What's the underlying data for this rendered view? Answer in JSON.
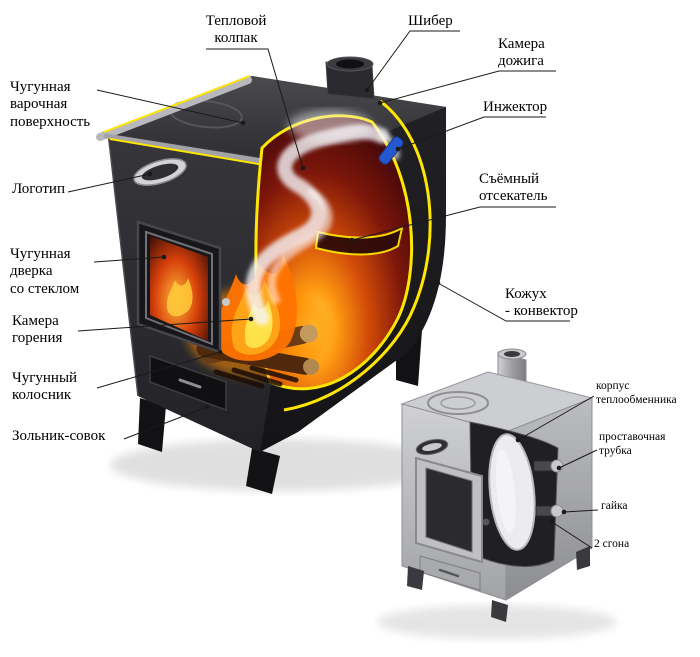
{
  "colors": {
    "background": "#ffffff",
    "cut_line_yellow": "#ffe600",
    "flame_core": "#ffe14a",
    "flame_mid": "#ffa417",
    "flame_outer": "#ff7300",
    "injector_blue": "#2558cf",
    "stove_body_dark": "#26262a",
    "small_stove_body": "#c6c7ca",
    "label_text": "#000000"
  },
  "labels": {
    "heat_cap": {
      "lines": [
        "Тепловой",
        "колпак"
      ]
    },
    "damper": {
      "lines": [
        "Шибер"
      ]
    },
    "afterburn_chamber": {
      "lines": [
        "Камера",
        "дожига"
      ]
    },
    "injector": {
      "lines": [
        "Инжектор"
      ]
    },
    "removable_baffle": {
      "lines": [
        "Съёмный",
        "отсекатель"
      ]
    },
    "casing_convector": {
      "lines": [
        "Кожух",
        "- конвектор"
      ]
    },
    "cooking_surface": {
      "lines": [
        "Чугунная",
        "варочная",
        "поверхность"
      ]
    },
    "logo": {
      "lines": [
        "Логотип"
      ]
    },
    "door": {
      "lines": [
        "Чугунная",
        "дверка",
        "со стеклом"
      ]
    },
    "combustion_chamber": {
      "lines": [
        "Камера",
        "горения"
      ]
    },
    "grate": {
      "lines": [
        "Чугунный",
        "колосник"
      ]
    },
    "ash_pan": {
      "lines": [
        "Зольник-совок"
      ]
    },
    "heat_exchanger_body": {
      "lines": [
        "корпус",
        "теплообменника"
      ]
    },
    "spacer_tube": {
      "lines": [
        "проставочная",
        "трубка"
      ]
    },
    "nut": {
      "lines": [
        "гайка"
      ]
    },
    "two_unions": {
      "lines": [
        "2 сгона"
      ]
    }
  }
}
